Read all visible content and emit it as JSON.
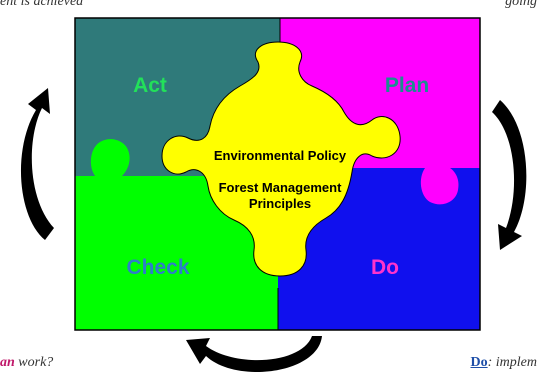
{
  "diagram": {
    "quadrants": {
      "act": {
        "label": "Act",
        "color": "#2f7a7a",
        "label_color": "#22e05a"
      },
      "plan": {
        "label": "Plan",
        "color": "#ff00ff",
        "label_color": "#1a8f8f"
      },
      "check": {
        "label": "Check",
        "color": "#00ff00",
        "label_color": "#2e7ec9"
      },
      "do": {
        "label": "Do",
        "color": "#1010ee",
        "label_color": "#ff33cc"
      }
    },
    "center": {
      "color": "#ffff00",
      "line1": "Environmental Policy",
      "line2": "Forest Management",
      "line3": "Principles"
    },
    "arrow_color": "#000000"
  },
  "fragments": {
    "top_left": "ent is achieved",
    "top_right": "going",
    "bottom_left_word": "an",
    "bottom_left_rest": " work?",
    "bottom_right_link": "Do",
    "bottom_right_rest": ":  implem"
  }
}
